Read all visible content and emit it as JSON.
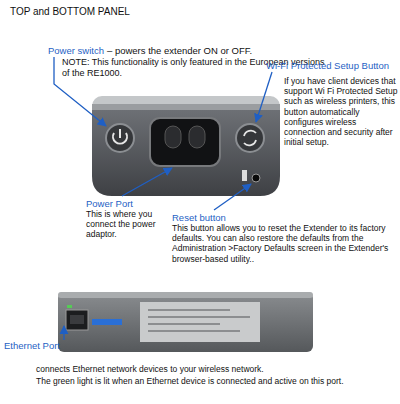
{
  "diagram": {
    "title": "TOP and BOTTOM PANEL",
    "labels": [
      "Power switch",
      "– powers the extender ON or OFF.",
      "NOTE: This functionality is only featured in the European versions of the RE1000.",
      "Wi-Fi Protected Setup Button",
      "If you have client devices that support Wi Fi Protected Setup such as wireless printers, this button automatically configures wireless connection and security after initial setup.",
      "Power Port",
      "This is where you connect the power adaptor.",
      "Reset button",
      "This button allows you to reset the Extender to its factory defaults. You can also restore the defaults from the Administration >Factory Defaults screen in the Extender's browser-based utility..",
      "Ethernet Port",
      "connects Ethernet network devices to your wireless network.",
      "The green light is lit when an Ethernet device is connected and active on this port."
    ]
  }
}
